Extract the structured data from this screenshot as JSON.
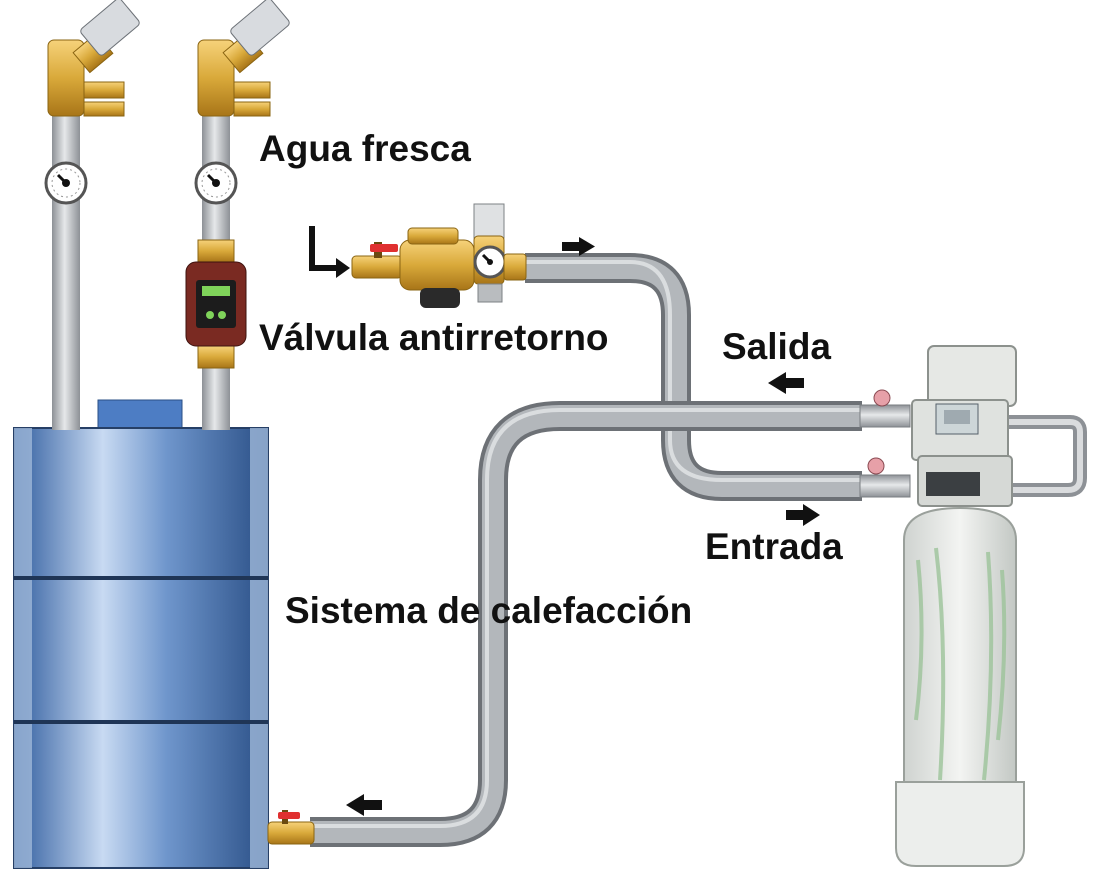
{
  "labels": {
    "fresh_water": "Agua fresca",
    "check_valve": "Válvula antirretorno",
    "outlet": "Salida",
    "inlet": "Entrada",
    "heating_system": "Sistema de calefacción"
  },
  "icons": {
    "flow_arrow": "arrow-icon",
    "pressure_gauge": "gauge-icon",
    "circulation_pump": "pump-icon",
    "ball_valve": "valve-icon"
  },
  "colors": {
    "boiler_blue": "#4f78b4",
    "pipe_grey": "#a9adb2",
    "brass": "#d9a93a",
    "valve_handle_red": "#e03030",
    "pump_red": "#7a2a22",
    "label_text": "#111111"
  }
}
